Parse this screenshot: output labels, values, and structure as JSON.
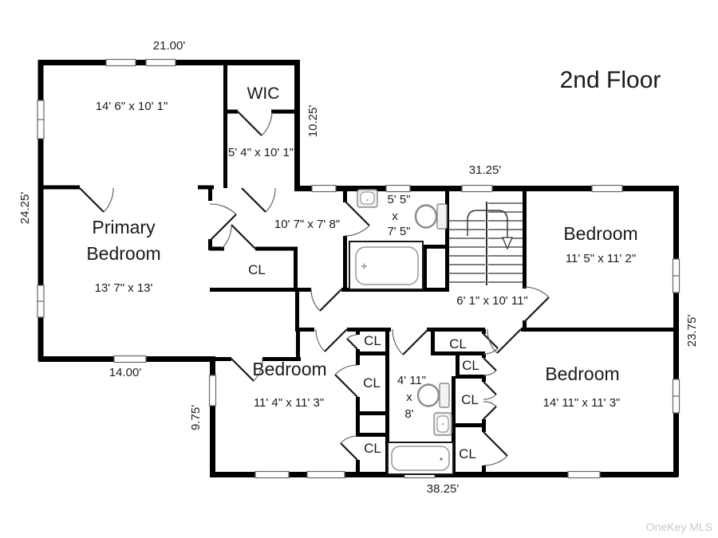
{
  "title": "2nd Floor",
  "watermark": "OneKey MLS",
  "colors": {
    "wall": "#000000",
    "background": "#ffffff",
    "text": "#1a1a1a",
    "watermark": "#c7cad0",
    "fixture_outline": "#8a8a8a"
  },
  "dimensions": {
    "primary_top": "21.00'",
    "primary_left": "24.25'",
    "wic_right": "10.25'",
    "main_top": "31.25'",
    "primary_bottom": "14.00'",
    "main_right": "23.75'",
    "lower_left": "9.75'",
    "main_bottom": "38.25'"
  },
  "rooms": {
    "sitting": {
      "size": "14' 6\" x 10' 1\""
    },
    "wic": {
      "name": "WIC",
      "size": "5' 4\" x 10' 1\""
    },
    "primary": {
      "name_line1": "Primary",
      "name_line2": "Bedroom",
      "size": "13' 7\" x 13'"
    },
    "hall_upper": {
      "size": "10' 7\" x 7' 8\""
    },
    "bath_upper": {
      "width": "5' 5\"",
      "sep": "x",
      "length": "7' 5\""
    },
    "hall_main": {
      "size": "6' 1\" x 10' 11\""
    },
    "bedroom_ne": {
      "name": "Bedroom",
      "size": "11' 5\" x 11' 2\""
    },
    "bedroom_sw": {
      "name": "Bedroom",
      "size": "11' 4\" x 11' 3\""
    },
    "bedroom_se": {
      "name": "Bedroom",
      "size": "14' 11\" x 11' 3\""
    },
    "bath_lower": {
      "width": "4' 11\"",
      "sep": "x",
      "length": "8'"
    }
  },
  "closets": {
    "label": "CL"
  }
}
